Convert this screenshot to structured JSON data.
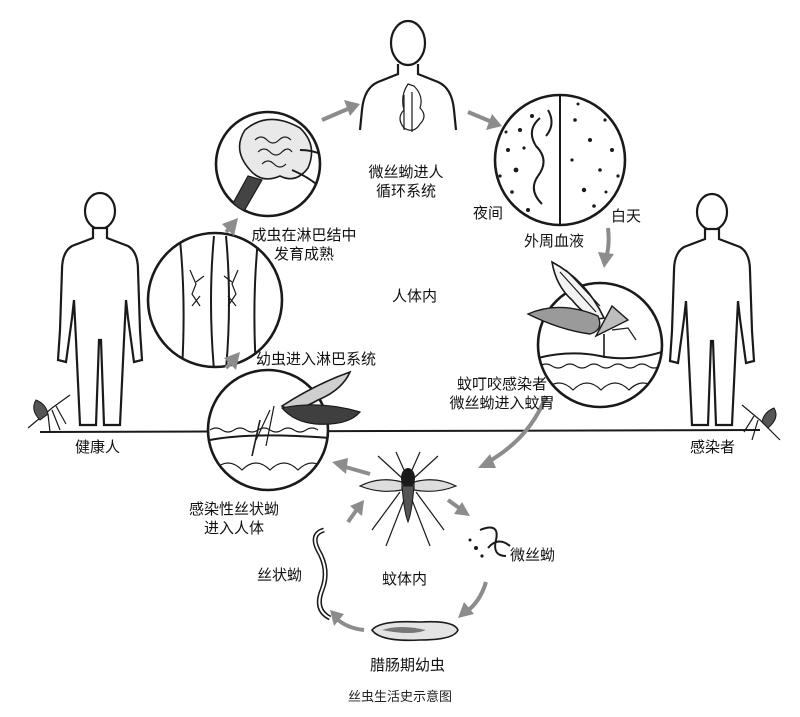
{
  "labels": {
    "microfilaria_enter": [
      "微丝蚴进人",
      "循环系统"
    ],
    "adult_in_lymph": [
      "成虫在淋巴结中",
      "发育成熟"
    ],
    "night": "夜间",
    "day": "白天",
    "peripheral_blood": "外周血液",
    "human_body": "人体内",
    "larva_lymph": "幼虫进入淋巴系统",
    "mosquito_bite": [
      "蚊叮咬感染者",
      "微丝蚴进入蚊胃"
    ],
    "healthy_person": "健康人",
    "infected_person": "感染者",
    "infective_larva_enter": [
      "感染性丝状蚴",
      "进入人体"
    ],
    "filariform": "丝状蚴",
    "in_mosquito": "蚊体内",
    "microfilaria": "微丝蚴",
    "sausage_larva": "腊肠期幼虫"
  },
  "caption": "丝虫生活史示意图",
  "colors": {
    "ink": "#1a1a1a",
    "arrow": "#8c8c8c",
    "background": "#ffffff"
  }
}
